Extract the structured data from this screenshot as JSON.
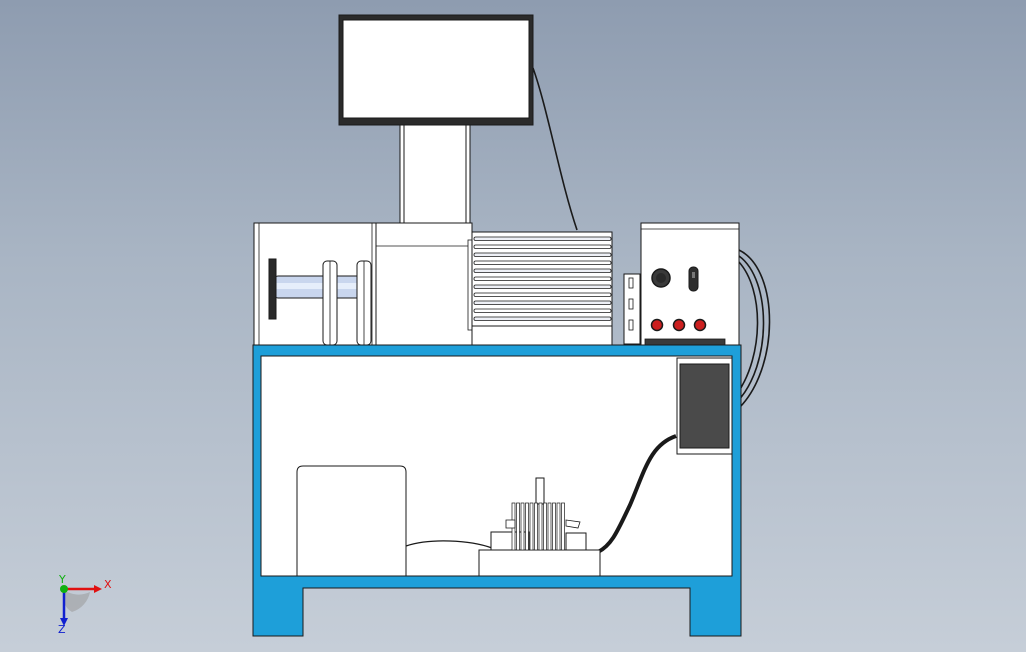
{
  "viewport": {
    "background_top": "#8e9cb0",
    "background_bottom": "#c6ced8"
  },
  "colors": {
    "frame": "#1e9fd9",
    "outline": "#1a1a1a",
    "panel_white": "#ffffff",
    "dark_box": "#4a4a4a",
    "red_button": "#cc1f1f",
    "cable": "#222222",
    "rod": "#c9d6ee"
  },
  "triad": {
    "x_label": "X",
    "y_label": "Y",
    "z_label": "Z",
    "x_color": "#e01010",
    "y_color": "#10b010",
    "z_color": "#1020d0"
  }
}
